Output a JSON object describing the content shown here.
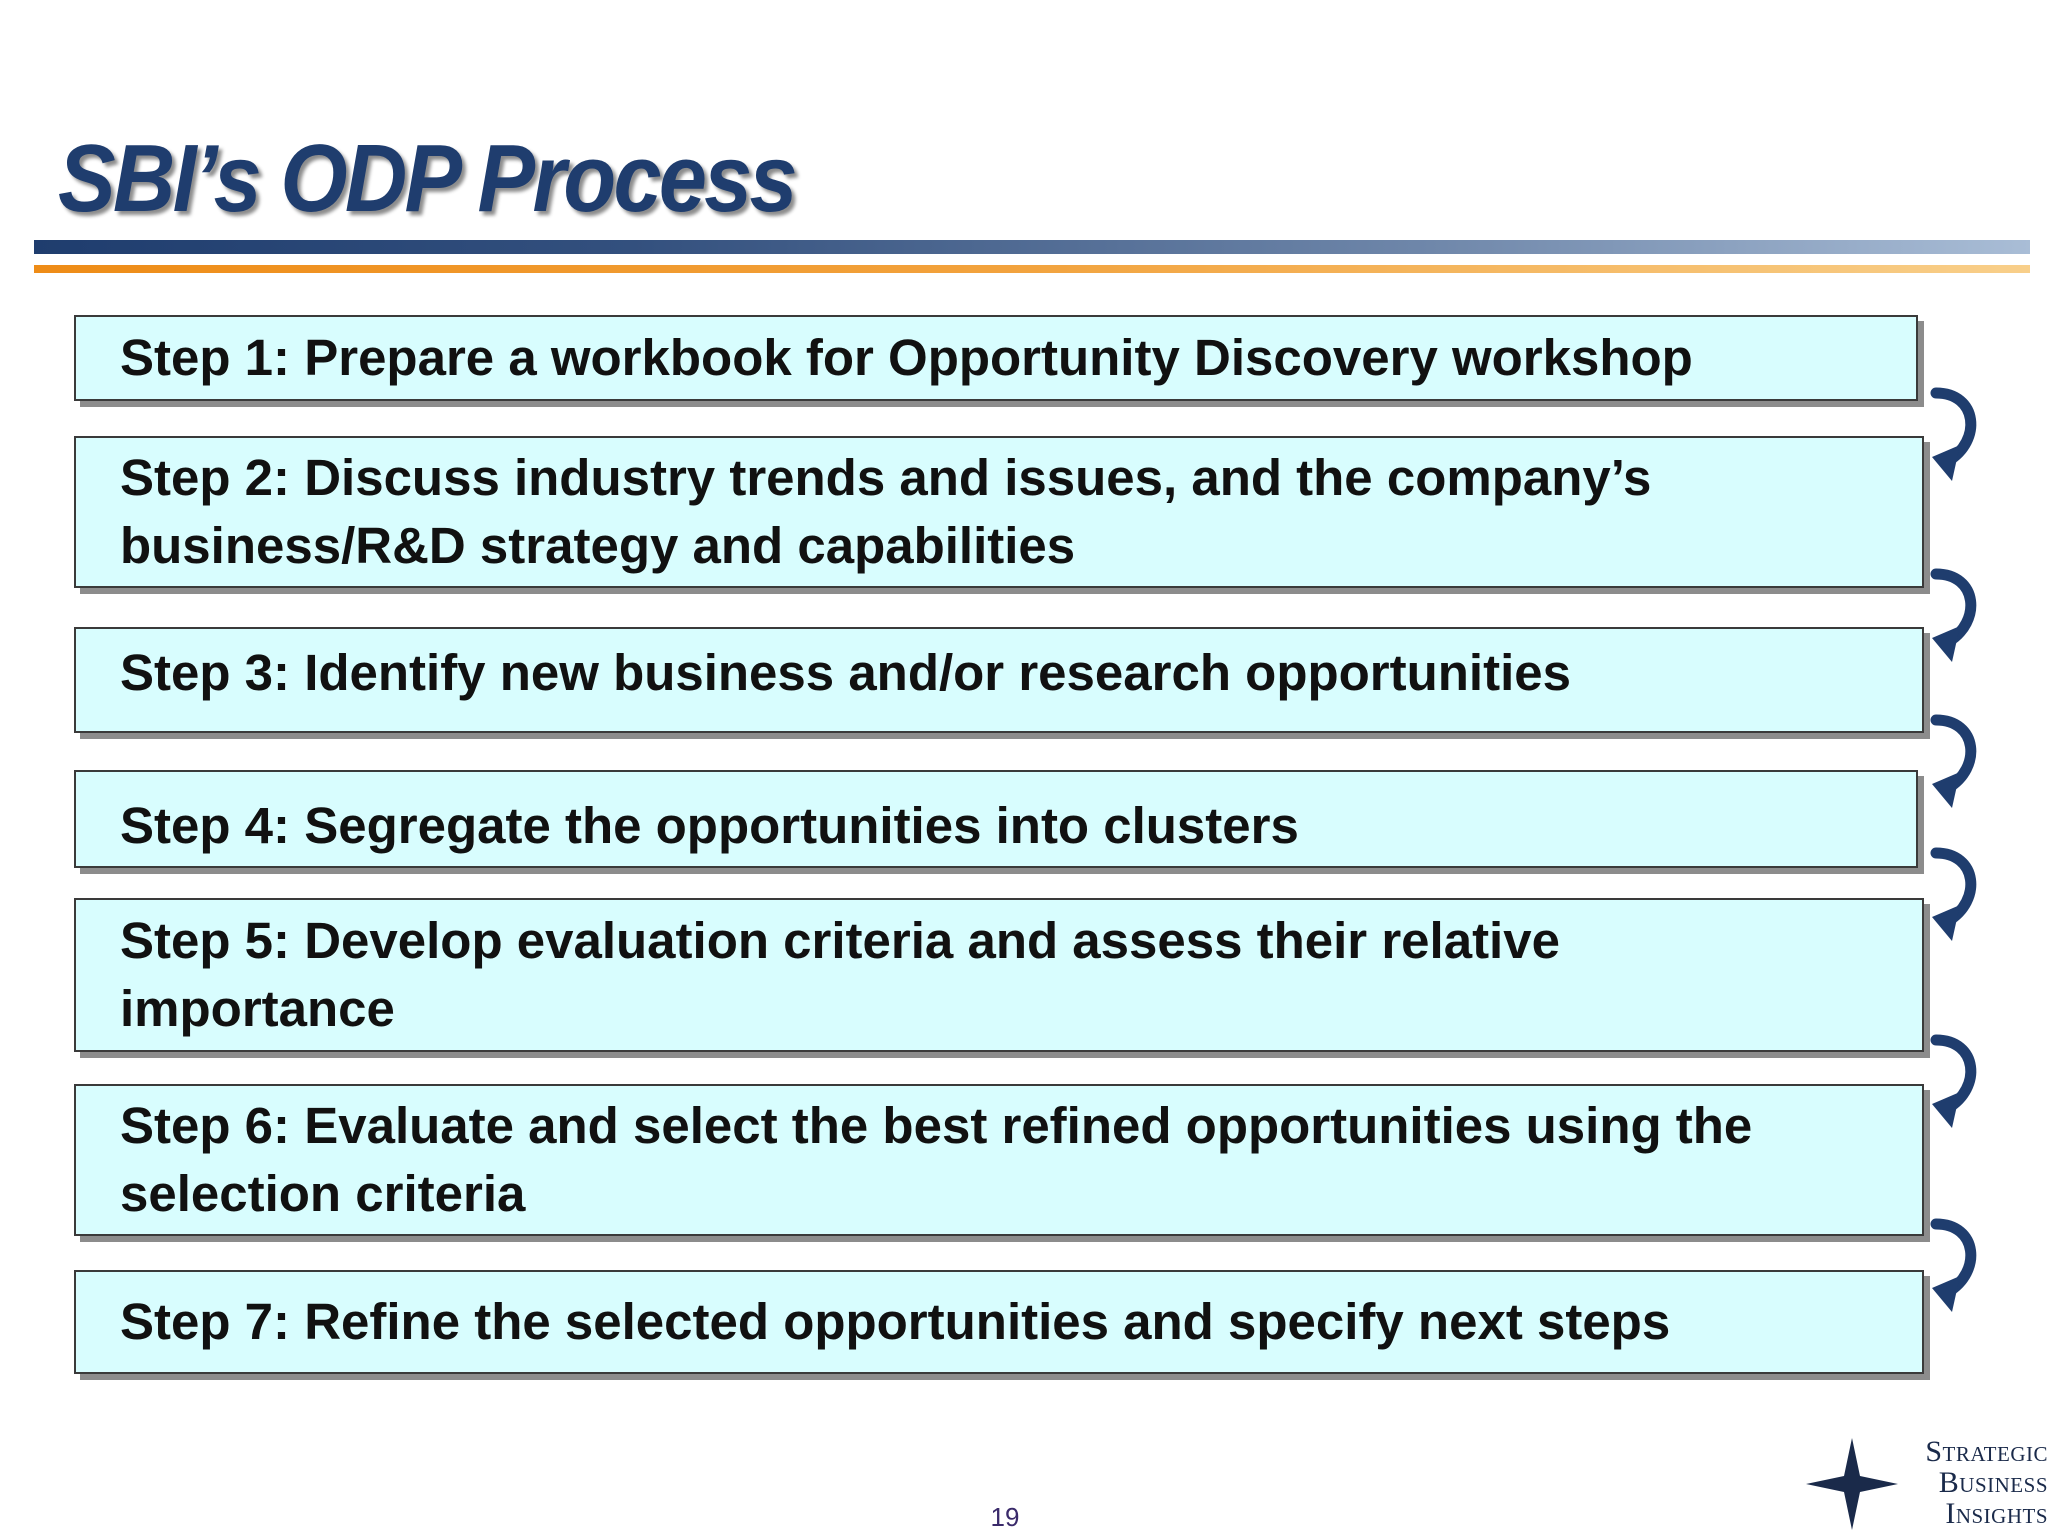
{
  "slide": {
    "title": "SBI’s ODP Process",
    "page_number": "19"
  },
  "steps": [
    {
      "label": "Step 1: Prepare a workbook for Opportunity Discovery workshop"
    },
    {
      "label": "Step 2: Discuss industry trends and issues, and the company’s business/R&D strategy and capabilities"
    },
    {
      "label": "Step 3: Identify new business and/or research opportunities"
    },
    {
      "label": "Step 4: Segregate the opportunities into clusters"
    },
    {
      "label": "Step 5: Develop evaluation criteria and assess their relative importance"
    },
    {
      "label": "Step 6: Evaluate and select the best refined opportunities using the selection criteria"
    },
    {
      "label": "Step 7: Refine the selected opportunities and specify next steps"
    }
  ],
  "logo": {
    "line1": "Strategic",
    "line2": "Business",
    "line3": "Insights"
  },
  "colors": {
    "title": "#1f3d6e",
    "box_fill": "#d8fdfe",
    "arrow": "#1f3d6e",
    "rule_blue": "#1f3d6e",
    "rule_orange": "#ee8c17"
  }
}
